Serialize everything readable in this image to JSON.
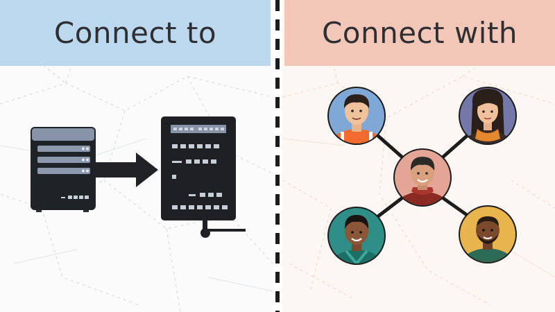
{
  "left_panel": {
    "title": "Connect to",
    "banner_color": "#bcd8ee",
    "source_device_icon": "server-icon",
    "arrow_icon": "arrow-right-icon",
    "target_device_icon": "terminal-device-icon"
  },
  "right_panel": {
    "title": "Connect with",
    "banner_color": "#f3c7b8",
    "center_person": "person-avatar-center",
    "people": [
      {
        "name": "person-avatar-top-left",
        "ring_color": "#7fa8d6"
      },
      {
        "name": "person-avatar-top-right",
        "ring_color": "#7478a8"
      },
      {
        "name": "person-avatar-center",
        "ring_color": "#e4a596"
      },
      {
        "name": "person-avatar-bottom-left",
        "ring_color": "#2f8f86"
      },
      {
        "name": "person-avatar-bottom-right",
        "ring_color": "#e7b44d"
      }
    ]
  },
  "colors": {
    "divider": "#1c1c1c",
    "link_line": "#1c1c1c",
    "device_dark": "#1f2023",
    "server_gray": "#8794a8"
  }
}
